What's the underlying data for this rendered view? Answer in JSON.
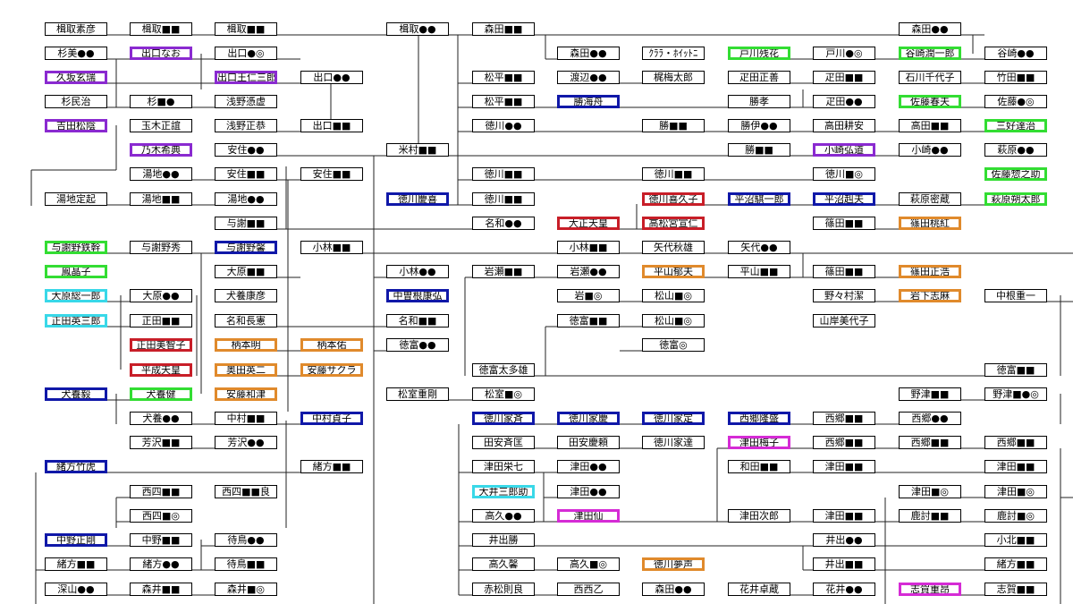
{
  "palette": {
    "purple": "#8a2ad0",
    "green": "#33dd33",
    "blue": "#1018a8",
    "cyan": "#39d8e8",
    "red": "#c81e28",
    "orange": "#e08a2c",
    "magenta": "#d52bd5",
    "black": "#000000"
  },
  "nodes": [
    {
      "id": "n001",
      "text": "楫取素彦",
      "hl": null
    },
    {
      "id": "n002",
      "text": "楫取■■",
      "hl": null
    },
    {
      "id": "n003",
      "text": "楫取■■",
      "hl": null
    },
    {
      "id": "n004",
      "text": "楫取●●",
      "hl": null
    },
    {
      "id": "n005",
      "text": "森田■■",
      "hl": null
    },
    {
      "id": "n006",
      "text": "森田●●",
      "hl": null
    },
    {
      "id": "n007",
      "text": "杉美●●",
      "hl": null
    },
    {
      "id": "n008",
      "text": "出口なお",
      "hl": "purple"
    },
    {
      "id": "n009",
      "text": "出口●◎",
      "hl": null
    },
    {
      "id": "n010",
      "text": "森田●●",
      "hl": null
    },
    {
      "id": "n011",
      "text": "ｸﾗﾗ・ﾎｲｯﾄﾆ",
      "hl": null
    },
    {
      "id": "n012",
      "text": "戸川残花",
      "hl": "green"
    },
    {
      "id": "n013",
      "text": "戸川●◎",
      "hl": null
    },
    {
      "id": "n014",
      "text": "谷崎潤一郎",
      "hl": "green"
    },
    {
      "id": "n015",
      "text": "谷崎●●",
      "hl": null
    },
    {
      "id": "n016",
      "text": "久坂玄瑞",
      "hl": "purple"
    },
    {
      "id": "n017",
      "text": "出口王仁三郎",
      "hl": "purple"
    },
    {
      "id": "n018",
      "text": "出口●●",
      "hl": null
    },
    {
      "id": "n019",
      "text": "松平■■",
      "hl": null
    },
    {
      "id": "n020",
      "text": "渡辺●●",
      "hl": null
    },
    {
      "id": "n021",
      "text": "梶梅太郎",
      "hl": null
    },
    {
      "id": "n022",
      "text": "疋田正善",
      "hl": null
    },
    {
      "id": "n023",
      "text": "疋田■■",
      "hl": null
    },
    {
      "id": "n024",
      "text": "石川千代子",
      "hl": null
    },
    {
      "id": "n025",
      "text": "竹田■■",
      "hl": null
    },
    {
      "id": "n026",
      "text": "杉民治",
      "hl": null
    },
    {
      "id": "n027",
      "text": "杉■●",
      "hl": null
    },
    {
      "id": "n028",
      "text": "浅野憑虚",
      "hl": null
    },
    {
      "id": "n029",
      "text": "松平■■",
      "hl": null
    },
    {
      "id": "n030",
      "text": "勝海舟",
      "hl": "blue"
    },
    {
      "id": "n031",
      "text": "勝孝",
      "hl": null
    },
    {
      "id": "n032",
      "text": "疋田●●",
      "hl": null
    },
    {
      "id": "n033",
      "text": "佐藤春夫",
      "hl": "green"
    },
    {
      "id": "n034",
      "text": "佐藤●◎",
      "hl": null
    },
    {
      "id": "n035",
      "text": "吉田松陰",
      "hl": "purple"
    },
    {
      "id": "n036",
      "text": "玉木正誼",
      "hl": null
    },
    {
      "id": "n037",
      "text": "浅野正恭",
      "hl": null
    },
    {
      "id": "n038",
      "text": "出口■■",
      "hl": null
    },
    {
      "id": "n039",
      "text": "徳川●●",
      "hl": null
    },
    {
      "id": "n040",
      "text": "勝■■",
      "hl": null
    },
    {
      "id": "n041",
      "text": "勝伊●●",
      "hl": null
    },
    {
      "id": "n042",
      "text": "高田耕安",
      "hl": null
    },
    {
      "id": "n043",
      "text": "高田■■",
      "hl": null
    },
    {
      "id": "n044",
      "text": "三好達治",
      "hl": "green"
    },
    {
      "id": "n045",
      "text": "乃木希典",
      "hl": "purple"
    },
    {
      "id": "n046",
      "text": "安住●●",
      "hl": null
    },
    {
      "id": "n047",
      "text": "米村■■",
      "hl": null
    },
    {
      "id": "n048",
      "text": "勝■■",
      "hl": null
    },
    {
      "id": "n049",
      "text": "小崎弘道",
      "hl": "purple"
    },
    {
      "id": "n050",
      "text": "小崎●●",
      "hl": null
    },
    {
      "id": "n051",
      "text": "萩原●●",
      "hl": null
    },
    {
      "id": "n052",
      "text": "湯地●●",
      "hl": null
    },
    {
      "id": "n053",
      "text": "安住■■",
      "hl": null
    },
    {
      "id": "n054",
      "text": "安住■■",
      "hl": null
    },
    {
      "id": "n055",
      "text": "徳川■■",
      "hl": null
    },
    {
      "id": "n056",
      "text": "徳川■■",
      "hl": null
    },
    {
      "id": "n057",
      "text": "徳川■◎",
      "hl": null
    },
    {
      "id": "n058",
      "text": "佐藤惣之助",
      "hl": "green"
    },
    {
      "id": "n059",
      "text": "湯地定起",
      "hl": null
    },
    {
      "id": "n060",
      "text": "湯地■■",
      "hl": null
    },
    {
      "id": "n061",
      "text": "湯地●●",
      "hl": null
    },
    {
      "id": "n062",
      "text": "徳川慶喜",
      "hl": "blue"
    },
    {
      "id": "n063",
      "text": "徳川■■",
      "hl": null
    },
    {
      "id": "n064",
      "text": "徳川喜久子",
      "hl": "red"
    },
    {
      "id": "n065",
      "text": "平沼騏一郎",
      "hl": "blue"
    },
    {
      "id": "n066",
      "text": "平沼赳夫",
      "hl": "blue"
    },
    {
      "id": "n067",
      "text": "萩原密蔵",
      "hl": null
    },
    {
      "id": "n068",
      "text": "萩原朔太郎",
      "hl": "green"
    },
    {
      "id": "n069",
      "text": "与謝■■",
      "hl": null
    },
    {
      "id": "n070",
      "text": "名和●●",
      "hl": null
    },
    {
      "id": "n071",
      "text": "大正天皇",
      "hl": "red"
    },
    {
      "id": "n072",
      "text": "高松宮宣仁",
      "hl": "red"
    },
    {
      "id": "n073",
      "text": "篠田■■",
      "hl": null
    },
    {
      "id": "n074",
      "text": "篠田桃紅",
      "hl": "orange"
    },
    {
      "id": "n075",
      "text": "与謝野鉄幹",
      "hl": "green"
    },
    {
      "id": "n076",
      "text": "与謝野秀",
      "hl": null
    },
    {
      "id": "n077",
      "text": "与謝野馨",
      "hl": "blue"
    },
    {
      "id": "n078",
      "text": "小林■■",
      "hl": null
    },
    {
      "id": "n079",
      "text": "小林■■",
      "hl": null
    },
    {
      "id": "n080",
      "text": "矢代秋雄",
      "hl": null
    },
    {
      "id": "n081",
      "text": "矢代●●",
      "hl": null
    },
    {
      "id": "n082",
      "text": "鳳晶子",
      "hl": "green"
    },
    {
      "id": "n083",
      "text": "大原■■",
      "hl": null
    },
    {
      "id": "n084",
      "text": "小林●●",
      "hl": null
    },
    {
      "id": "n085",
      "text": "岩瀬■■",
      "hl": null
    },
    {
      "id": "n086",
      "text": "岩瀬●●",
      "hl": null
    },
    {
      "id": "n087",
      "text": "平山郁夫",
      "hl": "orange"
    },
    {
      "id": "n088",
      "text": "平山■■",
      "hl": null
    },
    {
      "id": "n089",
      "text": "篠田■■",
      "hl": null
    },
    {
      "id": "n090",
      "text": "篠田正浩",
      "hl": "orange"
    },
    {
      "id": "n091",
      "text": "大原総一郎",
      "hl": "cyan"
    },
    {
      "id": "n092",
      "text": "大原●●",
      "hl": null
    },
    {
      "id": "n093",
      "text": "犬養康彦",
      "hl": null
    },
    {
      "id": "n094",
      "text": "中曽根康弘",
      "hl": "blue"
    },
    {
      "id": "n095",
      "text": "岩■◎",
      "hl": null
    },
    {
      "id": "n096",
      "text": "松山■◎",
      "hl": null
    },
    {
      "id": "n097",
      "text": "野々村潔",
      "hl": null
    },
    {
      "id": "n098",
      "text": "岩下志麻",
      "hl": "orange"
    },
    {
      "id": "n099",
      "text": "中根重一",
      "hl": null
    },
    {
      "id": "n100",
      "text": "正田英三郎",
      "hl": "cyan"
    },
    {
      "id": "n101",
      "text": "正田■■",
      "hl": null
    },
    {
      "id": "n102",
      "text": "名和長憲",
      "hl": null
    },
    {
      "id": "n103",
      "text": "名和■■",
      "hl": null
    },
    {
      "id": "n104",
      "text": "徳富■■",
      "hl": null
    },
    {
      "id": "n105",
      "text": "松山■◎",
      "hl": null
    },
    {
      "id": "n106",
      "text": "山岸美代子",
      "hl": null
    },
    {
      "id": "n107",
      "text": "正田美智子",
      "hl": "red"
    },
    {
      "id": "n108",
      "text": "柄本明",
      "hl": "orange"
    },
    {
      "id": "n109",
      "text": "柄本佑",
      "hl": "orange"
    },
    {
      "id": "n110",
      "text": "徳富●●",
      "hl": null
    },
    {
      "id": "n111",
      "text": "徳富◎",
      "hl": null
    },
    {
      "id": "n112",
      "text": "平成天皇",
      "hl": "red"
    },
    {
      "id": "n113",
      "text": "奥田英二",
      "hl": "orange"
    },
    {
      "id": "n114",
      "text": "安藤サクラ",
      "hl": "orange"
    },
    {
      "id": "n115",
      "text": "徳富太多雄",
      "hl": null
    },
    {
      "id": "n116",
      "text": "徳富■■",
      "hl": null
    },
    {
      "id": "n117",
      "text": "犬養毅",
      "hl": "blue"
    },
    {
      "id": "n118",
      "text": "犬養健",
      "hl": "green"
    },
    {
      "id": "n119",
      "text": "安藤和津",
      "hl": "orange"
    },
    {
      "id": "n120",
      "text": "松室重剛",
      "hl": null
    },
    {
      "id": "n121",
      "text": "松室■◎",
      "hl": null
    },
    {
      "id": "n122",
      "text": "野津■■",
      "hl": null
    },
    {
      "id": "n123",
      "text": "野津■●◎",
      "hl": null
    },
    {
      "id": "n124",
      "text": "犬養●●",
      "hl": null
    },
    {
      "id": "n125",
      "text": "中村■■",
      "hl": null
    },
    {
      "id": "n126",
      "text": "中村貞子",
      "hl": "blue"
    },
    {
      "id": "n127",
      "text": "徳川家斉",
      "hl": "blue"
    },
    {
      "id": "n128",
      "text": "徳川家慶",
      "hl": "blue"
    },
    {
      "id": "n129",
      "text": "徳川家定",
      "hl": "blue"
    },
    {
      "id": "n130",
      "text": "西郷隆盛",
      "hl": "blue"
    },
    {
      "id": "n131",
      "text": "西郷■■",
      "hl": null
    },
    {
      "id": "n132",
      "text": "西郷●●",
      "hl": null
    },
    {
      "id": "n133",
      "text": "芳沢■■",
      "hl": null
    },
    {
      "id": "n134",
      "text": "芳沢●●",
      "hl": null
    },
    {
      "id": "n135",
      "text": "田安斉匡",
      "hl": null
    },
    {
      "id": "n136",
      "text": "田安慶頼",
      "hl": null
    },
    {
      "id": "n137",
      "text": "徳川家達",
      "hl": null
    },
    {
      "id": "n138",
      "text": "津田梅子",
      "hl": "magenta"
    },
    {
      "id": "n139",
      "text": "西郷■■",
      "hl": null
    },
    {
      "id": "n140",
      "text": "西郷■■",
      "hl": null
    },
    {
      "id": "n141",
      "text": "西郷■■",
      "hl": null
    },
    {
      "id": "n142",
      "text": "緒方竹虎",
      "hl": "blue"
    },
    {
      "id": "n143",
      "text": "緒方■■",
      "hl": null
    },
    {
      "id": "n144",
      "text": "津田栄七",
      "hl": null
    },
    {
      "id": "n145",
      "text": "津田●●",
      "hl": null
    },
    {
      "id": "n146",
      "text": "和田■■",
      "hl": null
    },
    {
      "id": "n147",
      "text": "津田■■",
      "hl": null
    },
    {
      "id": "n148",
      "text": "津田■■",
      "hl": null
    },
    {
      "id": "n149",
      "text": "西四■■",
      "hl": null
    },
    {
      "id": "n150",
      "text": "西四■■良",
      "hl": null
    },
    {
      "id": "n151",
      "text": "大井三郎助",
      "hl": "cyan"
    },
    {
      "id": "n152",
      "text": "津田●●",
      "hl": null
    },
    {
      "id": "n153",
      "text": "津田■◎",
      "hl": null
    },
    {
      "id": "n154",
      "text": "津田■◎",
      "hl": null
    },
    {
      "id": "n155",
      "text": "西四■◎",
      "hl": null
    },
    {
      "id": "n156",
      "text": "高久●●",
      "hl": null
    },
    {
      "id": "n157",
      "text": "津田仙",
      "hl": "magenta"
    },
    {
      "id": "n158",
      "text": "津田次郎",
      "hl": null
    },
    {
      "id": "n159",
      "text": "津田■■",
      "hl": null
    },
    {
      "id": "n160",
      "text": "鹿討■■",
      "hl": null
    },
    {
      "id": "n161",
      "text": "鹿討■◎",
      "hl": null
    },
    {
      "id": "n162",
      "text": "中野正剛",
      "hl": "blue"
    },
    {
      "id": "n163",
      "text": "中野■■",
      "hl": null
    },
    {
      "id": "n164",
      "text": "待鳥●●",
      "hl": null
    },
    {
      "id": "n165",
      "text": "井出勝",
      "hl": null
    },
    {
      "id": "n166",
      "text": "井出●●",
      "hl": null
    },
    {
      "id": "n167",
      "text": "小北■■",
      "hl": null
    },
    {
      "id": "n168",
      "text": "緒方■■",
      "hl": null
    },
    {
      "id": "n169",
      "text": "緒方●●",
      "hl": null
    },
    {
      "id": "n170",
      "text": "待鳥■■",
      "hl": null
    },
    {
      "id": "n171",
      "text": "高久馨",
      "hl": null
    },
    {
      "id": "n172",
      "text": "高久■◎",
      "hl": null
    },
    {
      "id": "n173",
      "text": "徳川夢声",
      "hl": "orange"
    },
    {
      "id": "n174",
      "text": "井出■■",
      "hl": null
    },
    {
      "id": "n175",
      "text": "深山●●",
      "hl": null
    },
    {
      "id": "n176",
      "text": "森井■■",
      "hl": null
    },
    {
      "id": "n177",
      "text": "森井■◎",
      "hl": null
    },
    {
      "id": "n178",
      "text": "赤松則良",
      "hl": null
    },
    {
      "id": "n179",
      "text": "西西乙",
      "hl": null
    },
    {
      "id": "n180",
      "text": "森田●●",
      "hl": null
    },
    {
      "id": "n181",
      "text": "花井卓蔵",
      "hl": null
    },
    {
      "id": "n182",
      "text": "花井●●",
      "hl": null
    },
    {
      "id": "n183",
      "text": "志賀重昂",
      "hl": "magenta"
    },
    {
      "id": "n184",
      "text": "志賀■■",
      "hl": null
    },
    {
      "id": "n185",
      "text": "緒方■■",
      "hl": null
    }
  ]
}
